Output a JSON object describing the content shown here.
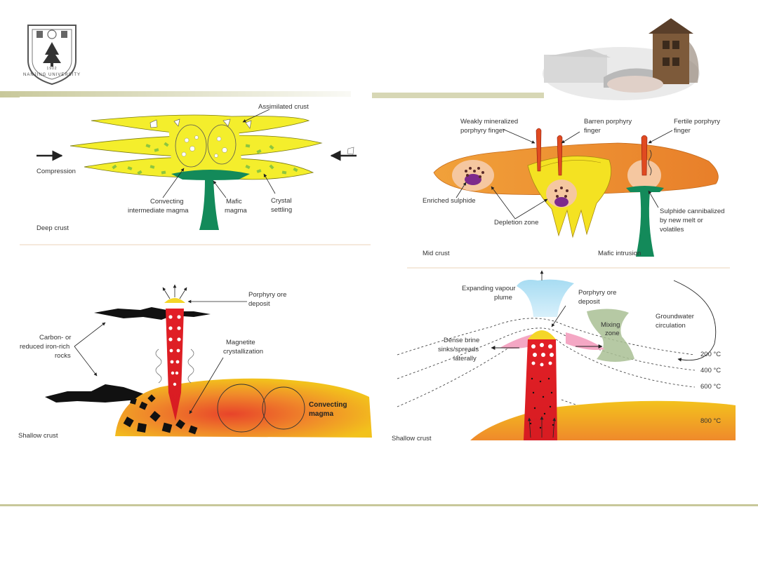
{
  "slide": {
    "logo": {
      "name": "Nanjing University seal",
      "ring_text": "NANJING UNIVERSITY",
      "year": "1902"
    },
    "header_photo": "bell-tower-photo",
    "accent_color": "#c8c89a"
  },
  "panels": {
    "deep": {
      "labels": {
        "assimilated": "Assimilated crust",
        "compression": "Compression",
        "convecting_1": "Convecting",
        "convecting_2": "intermediate magma",
        "mafic_1": "Mafic",
        "mafic_2": "magma",
        "crystal_1": "Crystal",
        "crystal_2": "settling",
        "zone": "Deep crust"
      }
    },
    "mid": {
      "labels": {
        "weak_1": "Weakly mineralized",
        "weak_2": "porphyry finger",
        "barren_1": "Barren porphyry",
        "barren_2": "finger",
        "fertile_1": "Fertile porphyry",
        "fertile_2": "finger",
        "enriched": "Enriched sulphide",
        "depletion": "Depletion zone",
        "sulph_1": "Sulphide cannibalized",
        "sulph_2": "by new melt or",
        "sulph_3": "volatiles",
        "zone": "Mid crust",
        "mafic_intrusion": "Mafic intrusion"
      }
    },
    "shallow_left": {
      "labels": {
        "porphyry_1": "Porphyry ore",
        "porphyry_2": "deposit",
        "carbon_1": "Carbon- or",
        "carbon_2": "reduced iron-rich",
        "carbon_3": "rocks",
        "magnetite_1": "Magnetite",
        "magnetite_2": "crystallization",
        "convecting_1": "Convecting",
        "convecting_2": "magma",
        "zone": "Shallow crust"
      }
    },
    "shallow_right": {
      "labels": {
        "vapour_1": "Expanding vapour",
        "vapour_2": "plume",
        "porphyry_1": "Porphyry ore",
        "porphyry_2": "deposit",
        "mixing_1": "Mixing",
        "mixing_2": "zone",
        "ground_1": "Groundwater",
        "ground_2": "circulation",
        "brine_1": "Dense brine",
        "brine_2": "sinks/spreads",
        "brine_3": "laterally",
        "t200": "200 °C",
        "t400": "400 °C",
        "t600": "600 °C",
        "t800": "800 °C",
        "zone": "Shallow crust"
      }
    }
  }
}
